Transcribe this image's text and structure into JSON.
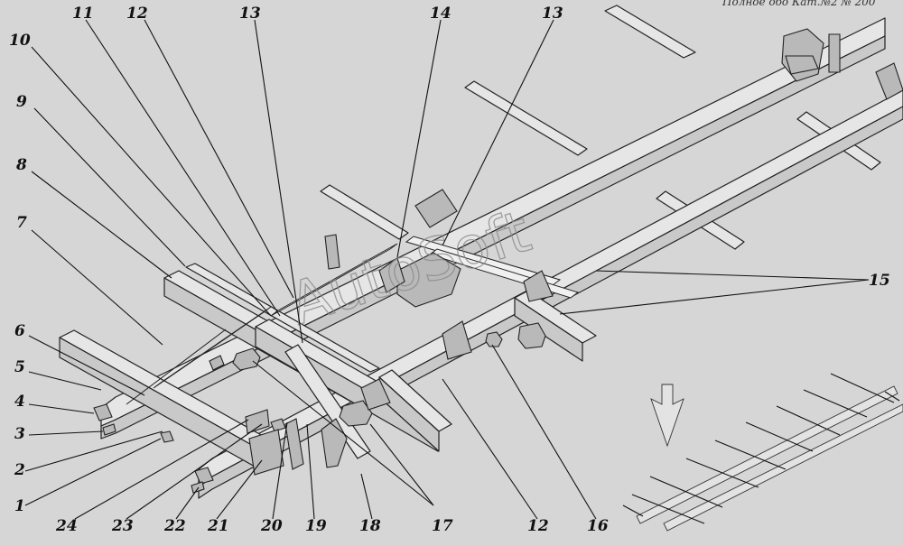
{
  "header_fragment": "Полное обо Кат.№2 № 200",
  "watermark": "AutoSoft",
  "callouts": [
    {
      "id": "c11",
      "text": "11"
    },
    {
      "id": "c12a",
      "text": "12"
    },
    {
      "id": "c13a",
      "text": "13"
    },
    {
      "id": "c14",
      "text": "14"
    },
    {
      "id": "c13b",
      "text": "13"
    },
    {
      "id": "c10",
      "text": "10"
    },
    {
      "id": "c9",
      "text": "9"
    },
    {
      "id": "c8",
      "text": "8"
    },
    {
      "id": "c7",
      "text": "7"
    },
    {
      "id": "c6",
      "text": "6"
    },
    {
      "id": "c5",
      "text": "5"
    },
    {
      "id": "c4",
      "text": "4"
    },
    {
      "id": "c3",
      "text": "3"
    },
    {
      "id": "c2",
      "text": "2"
    },
    {
      "id": "c1",
      "text": "1"
    },
    {
      "id": "c15",
      "text": "15"
    },
    {
      "id": "c24",
      "text": "24"
    },
    {
      "id": "c23",
      "text": "23"
    },
    {
      "id": "c22",
      "text": "22"
    },
    {
      "id": "c21",
      "text": "21"
    },
    {
      "id": "c20",
      "text": "20"
    },
    {
      "id": "c19",
      "text": "19"
    },
    {
      "id": "c18",
      "text": "18"
    },
    {
      "id": "c17",
      "text": "17"
    },
    {
      "id": "c12b",
      "text": "12"
    },
    {
      "id": "c16",
      "text": "16"
    }
  ]
}
